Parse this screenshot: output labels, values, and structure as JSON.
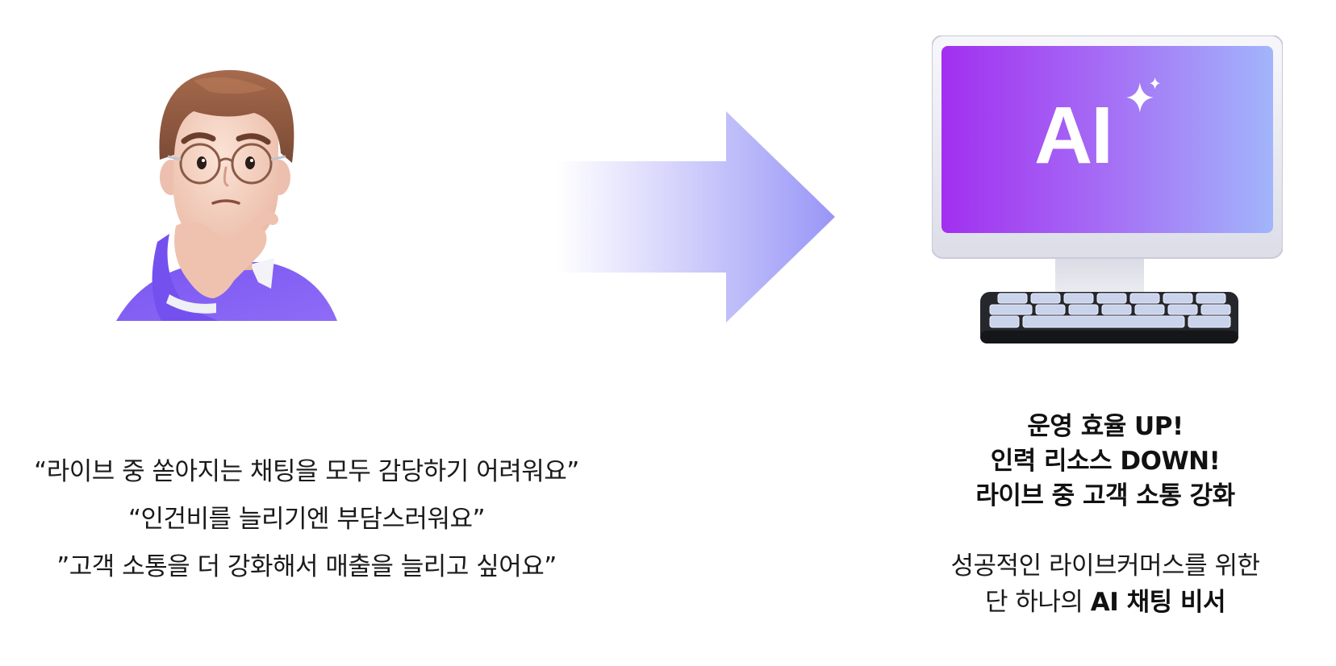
{
  "illustrations": {
    "person": "thinking-person-with-glasses",
    "arrow": "right-arrow-gradient",
    "computer": "computer-monitor-with-ai-screen",
    "screen_text": "AI",
    "sparkle": "sparkle-icon"
  },
  "colors": {
    "purple": "#7d4cf0",
    "arrow_end": "#9b98f7",
    "screen_start": "#a22ff0",
    "screen_end": "#a2b5fb"
  },
  "quotes": [
    "“라이브 중 쏟아지는 채팅을 모두 감당하기 어려워요”",
    "“인건비를 늘리기엔 부담스러워요”",
    "”고객 소통을 더 강화해서 매출을 늘리고 싶어요”"
  ],
  "benefits": [
    "운영 효율 UP!",
    "인력 리소스 DOWN!",
    "라이브 중 고객 소통 강화"
  ],
  "tagline": {
    "line1": "성공적인 라이브커머스를 위한",
    "line2_prefix": "단 하나의 ",
    "line2_bold": "AI 채팅 비서"
  }
}
